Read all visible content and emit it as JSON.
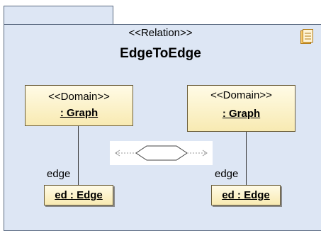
{
  "diagram": {
    "relation_stereotype": "<<Relation>>",
    "relation_name": "EdgeToEdge",
    "left_domain": {
      "stereotype": "<<Domain>>",
      "name": ": Graph",
      "edge_label": "edge",
      "edge_target": "ed : Edge"
    },
    "right_domain": {
      "stereotype": "<<Domain>>",
      "name": ": Graph",
      "edge_label": "edge",
      "edge_target": "ed : Edge"
    }
  },
  "icons": {
    "frame_icon": "document-icon",
    "relation_connector": "hexagon-connector-icon"
  },
  "colors": {
    "frame_bg": "#dde6f4",
    "box_fill": "#f8eab2",
    "box_border": "#6b5e3a"
  }
}
